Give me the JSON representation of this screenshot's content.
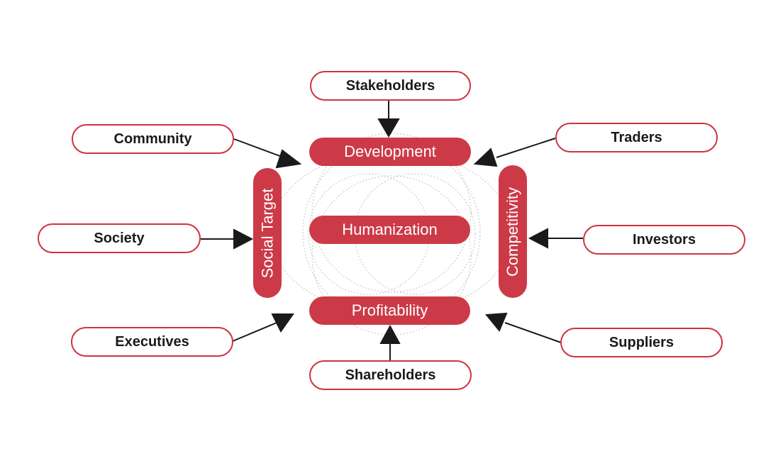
{
  "diagram": {
    "colors": {
      "accent": "#cc3a47",
      "outline": "#d0323e",
      "arrow": "#1a1a1a",
      "guide": "#bdbdbd"
    },
    "core": {
      "top": "Development",
      "center": "Humanization",
      "bottom": "Profitability",
      "left": "Social Target",
      "right": "Competitivity"
    },
    "actors": {
      "stakeholders": "Stakeholders",
      "community": "Community",
      "traders": "Traders",
      "society": "Society",
      "investors": "Investors",
      "executives": "Executives",
      "suppliers": "Suppliers",
      "shareholders": "Shareholders"
    },
    "edges": [
      {
        "from": "Stakeholders",
        "to": "Development"
      },
      {
        "from": "Community",
        "to": "Development"
      },
      {
        "from": "Traders",
        "to": "Development"
      },
      {
        "from": "Society",
        "to": "Social Target"
      },
      {
        "from": "Investors",
        "to": "Competitivity"
      },
      {
        "from": "Executives",
        "to": "Profitability"
      },
      {
        "from": "Suppliers",
        "to": "Profitability"
      },
      {
        "from": "Shareholders",
        "to": "Profitability"
      }
    ]
  }
}
